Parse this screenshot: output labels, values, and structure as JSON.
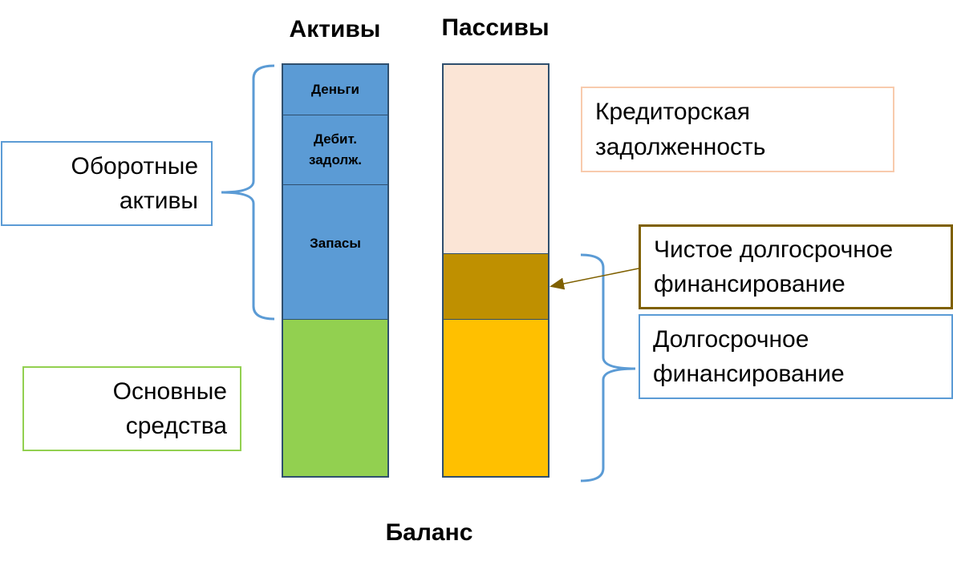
{
  "headings": {
    "assets": "Активы",
    "liabilities": "Пассивы",
    "balance": "Баланс"
  },
  "assets_column": {
    "cash": "Деньги",
    "receivables": "Дебит.\nзадолж.",
    "inventory": "Запасы"
  },
  "labels": {
    "current_assets": "Оборотные\nактивы",
    "fixed_assets": "Основные\nсредства",
    "accounts_payable": "Кредиторская\nзадолженность",
    "net_long_term_financing": "Чистое долгосрочное\nфинансирование",
    "long_term_financing": "Долгосрочное\nфинансирование"
  },
  "colors": {
    "current_assets_fill": "#5b9bd5",
    "fixed_assets_fill": "#92d050",
    "payable_fill": "#fbe5d6",
    "net_lt_fill": "#bf9000",
    "long_term_fill": "#ffc000",
    "bracket": "#5b9bd5",
    "arrow": "#7f6000"
  }
}
